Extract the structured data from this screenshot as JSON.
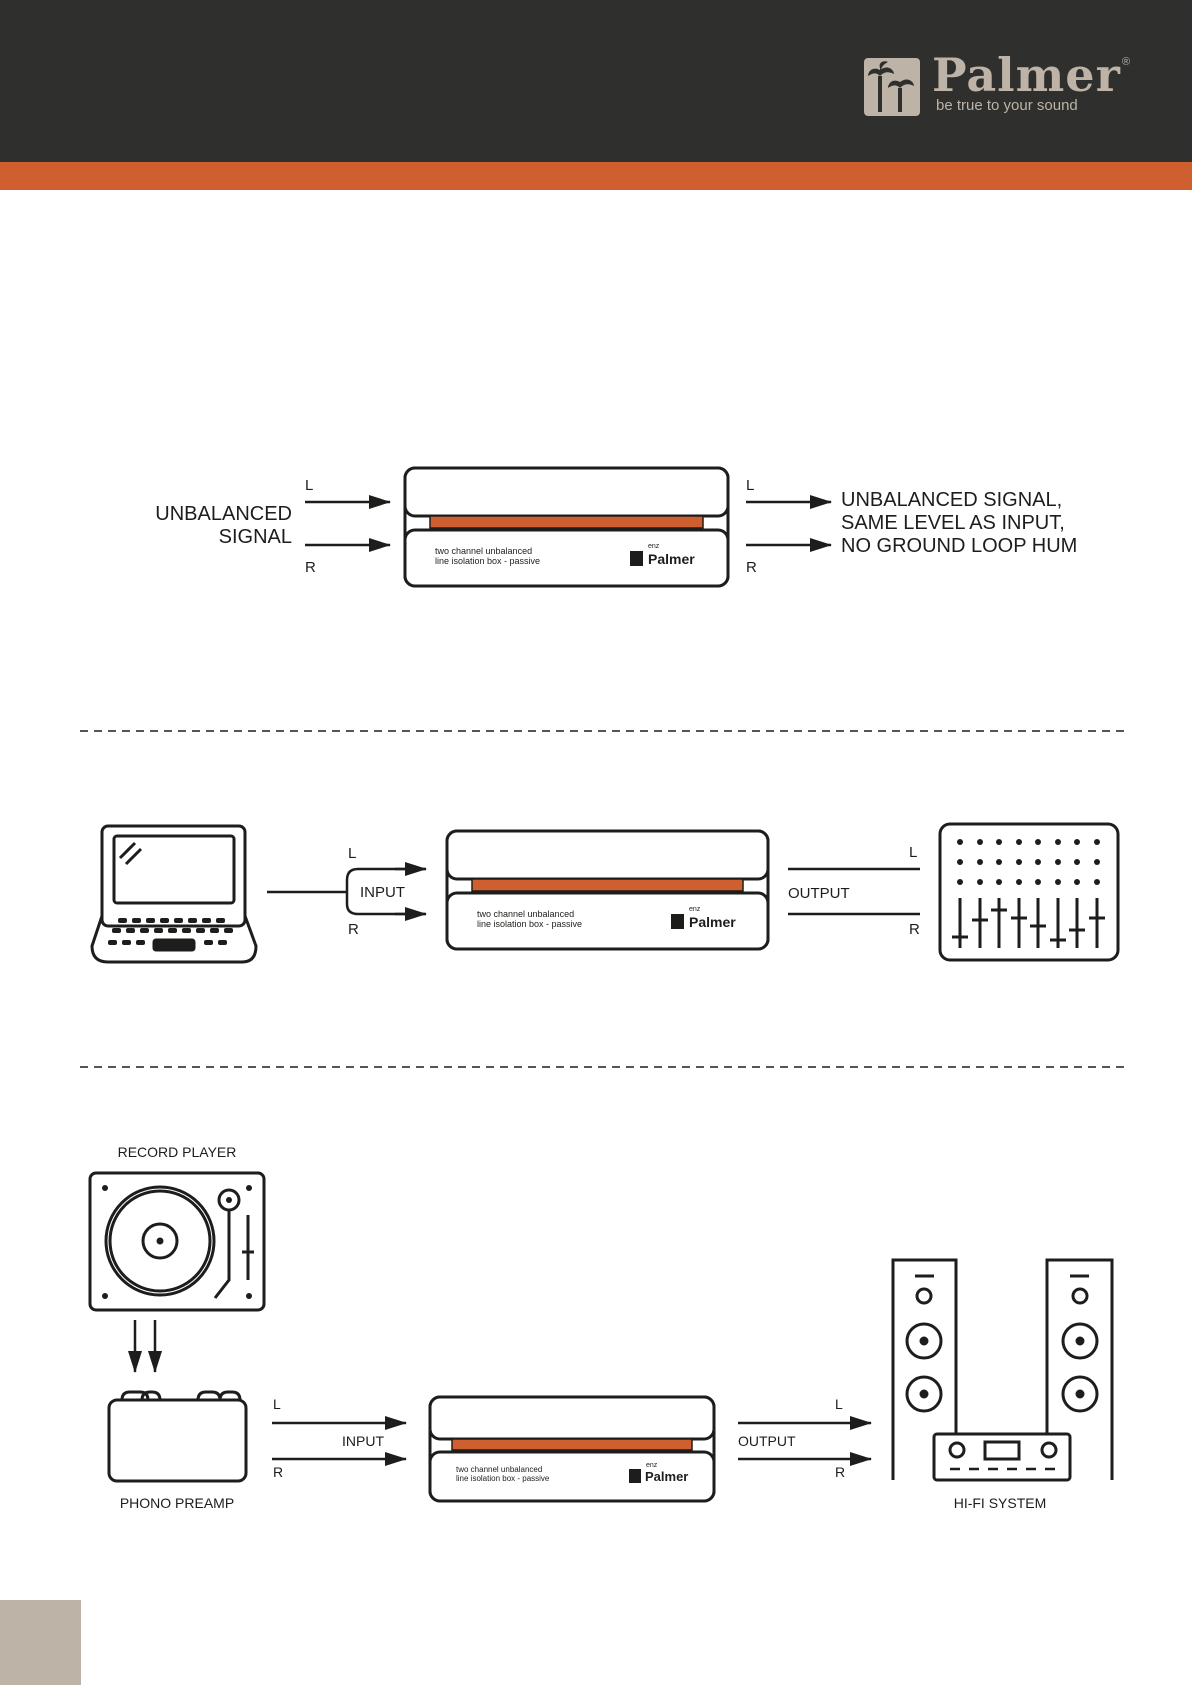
{
  "brand": {
    "name": "Palmer",
    "registered": "®",
    "tagline": "be true to your sound"
  },
  "device": {
    "line1": "two channel unbalanced",
    "line2": "line isolation box - passive",
    "badge_small": "enz",
    "badge_brand": "Palmer"
  },
  "diagram1": {
    "input_label_line1": "UNBALANCED",
    "input_label_line2": "SIGNAL",
    "left": "L",
    "right": "R",
    "output_line1": "UNBALANCED SIGNAL,",
    "output_line2": "SAME LEVEL AS INPUT,",
    "output_line3": "NO GROUND LOOP HUM"
  },
  "diagram2": {
    "input": "INPUT",
    "output": "OUTPUT",
    "left": "L",
    "right": "R"
  },
  "diagram3": {
    "record_player": "RECORD PLAYER",
    "phono_preamp": "PHONO PREAMP",
    "hifi": "HI-FI SYSTEM",
    "input": "INPUT",
    "output": "OUTPUT",
    "left": "L",
    "right": "R"
  },
  "colors": {
    "header": "#2f2f2d",
    "accent": "#cf5f2e",
    "logo": "#bdb3a7",
    "line": "#1d1d1b"
  },
  "icons": [
    "palm-tree-icon",
    "laptop-icon",
    "mixer-icon",
    "turntable-icon",
    "preamp-icon",
    "speaker-icon",
    "amplifier-icon"
  ]
}
